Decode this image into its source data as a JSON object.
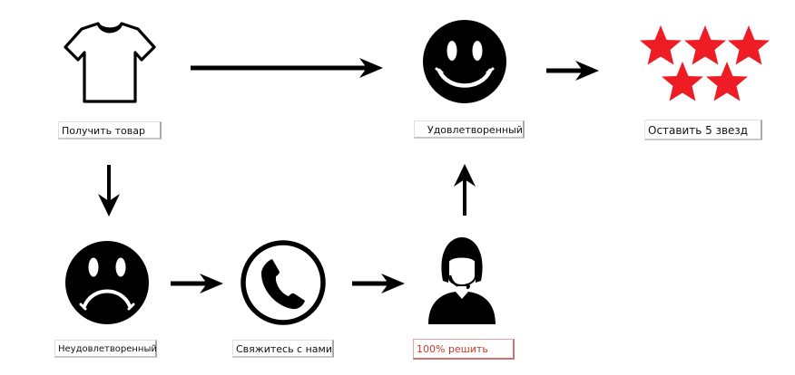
{
  "nodes": {
    "receive": {
      "label": "Получить товар",
      "icon": "tshirt-icon"
    },
    "satisfied": {
      "label": "Удовлетворенный",
      "icon": "happy-face-icon"
    },
    "rate": {
      "label": "Оставить 5 звезд",
      "icon": "five-stars-icon"
    },
    "unsatisfied": {
      "label": "Неудовлетворенный",
      "icon": "sad-face-icon"
    },
    "contact": {
      "label": "Свяжитесь с нами",
      "icon": "phone-icon"
    },
    "resolve": {
      "label": "100% решить",
      "icon": "support-agent-icon"
    }
  },
  "colors": {
    "icon": "#000000",
    "star": "#ee1c24",
    "resolve_text": "#c0392b"
  }
}
